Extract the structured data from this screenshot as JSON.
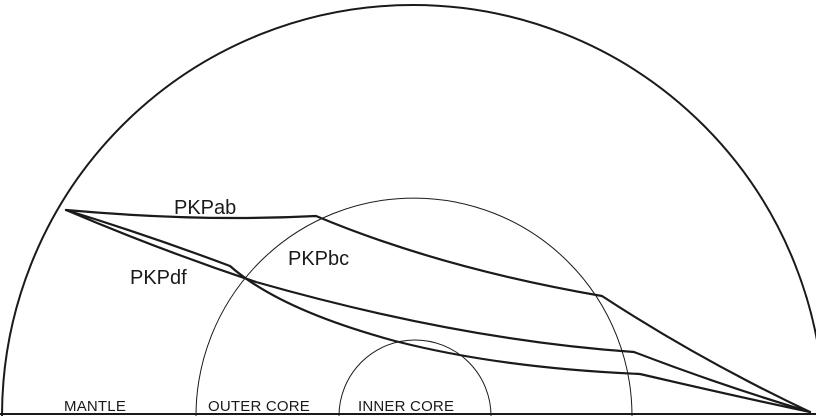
{
  "rays": {
    "pkpab": "PKPab",
    "pkpbc": "PKPbc",
    "pkpdf": "PKPdf"
  },
  "zones": {
    "mantle": "MANTLE",
    "outer_core": "OUTER CORE",
    "inner_core": "INNER CORE"
  }
}
